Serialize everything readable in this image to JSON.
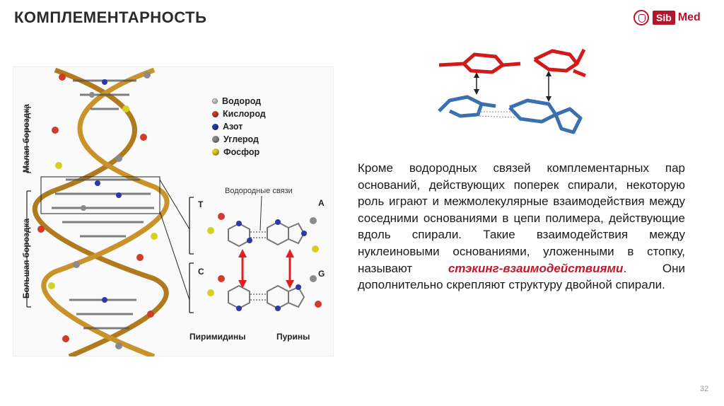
{
  "title": "КОМПЛЕМЕНТАРНОСТЬ",
  "logo": {
    "part1": "Sib",
    "part2": "Med"
  },
  "figure": {
    "minor_groove": "Малая бороздка",
    "major_groove": "Большая бороздка",
    "legend": [
      {
        "label": "Водород",
        "color": "#f0f0f0",
        "size": 6
      },
      {
        "label": "Кислород",
        "color": "#d23a2a",
        "size": 9
      },
      {
        "label": "Азот",
        "color": "#2b3aa8",
        "size": 9
      },
      {
        "label": "Углерод",
        "color": "#8a8a8a",
        "size": 10
      },
      {
        "label": "Фосфор",
        "color": "#d8d020",
        "size": 10
      }
    ],
    "hbonds_label": "Водородные связи",
    "base_t": "T",
    "base_a": "A",
    "base_c": "C",
    "base_g": "G",
    "pyrimidines": "Пиримидины",
    "purines": "Пурины"
  },
  "text": {
    "part1": "Кроме водородных связей комплементарных пар оснований, действующих поперек спирали, некоторую роль играют и межмолекулярные взаимодействия между соседними основаниями в цепи полимера, действующие вдоль спирали. Такие взаимодействия между нуклеиновыми основаниями, уложенными в стопку, называют ",
    "highlight": "стэкинг-взаимодействиями",
    "part2": ". Они дополнительно скрепляют структуру двойной спирали."
  },
  "page_number": "32"
}
